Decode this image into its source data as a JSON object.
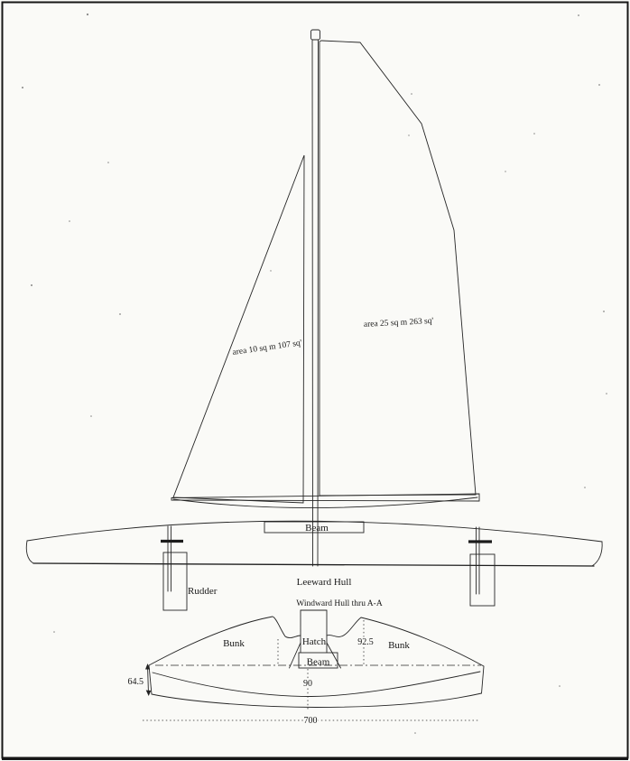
{
  "sail_plan": {
    "jib_area": "area 10 sq m 107 sq'",
    "main_area": "area 25 sq m 263 sq'"
  },
  "side_view": {
    "beam": "Beam",
    "hull": "Leeward Hull",
    "rudder": "Rudder"
  },
  "cross_section": {
    "title": "Windward Hull thru A-A",
    "bunk_left": "Bunk",
    "bunk_right": "Bunk",
    "hatch": "Hatch",
    "beam": "Beam",
    "dims": {
      "cabin_height": "92.5",
      "hull_depth": "64.5",
      "bottom_width": "90",
      "overall_beam": "700"
    }
  }
}
